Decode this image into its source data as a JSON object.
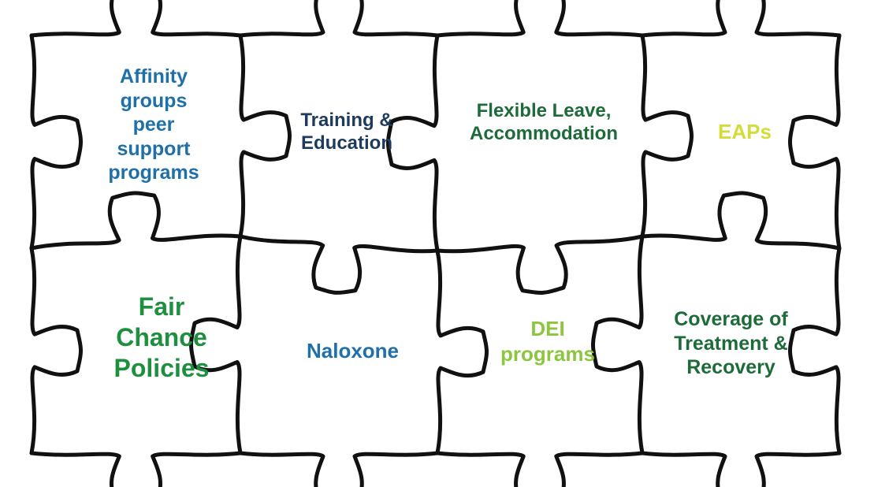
{
  "pieces": [
    {
      "id": "affinity",
      "lines": [
        "Affinity",
        "groups",
        "peer",
        "support",
        "programs"
      ],
      "color": "#1F6FA8"
    },
    {
      "id": "training",
      "lines": [
        "Training &",
        "Education"
      ],
      "color": "#1E3B5B"
    },
    {
      "id": "flexible",
      "lines": [
        "Flexible Leave,",
        "Accommodation"
      ],
      "color": "#1E6B3A"
    },
    {
      "id": "eaps",
      "lines": [
        "EAPs"
      ],
      "color": "#D4DB3A"
    },
    {
      "id": "fair-chance",
      "lines": [
        "Fair",
        "Chance",
        "Policies"
      ],
      "color": "#1E8F3E"
    },
    {
      "id": "naloxone",
      "lines": [
        "Naloxone"
      ],
      "color": "#1F6FA8"
    },
    {
      "id": "dei",
      "lines": [
        "DEI",
        "programs"
      ],
      "color": "#8CC63F"
    },
    {
      "id": "coverage",
      "lines": [
        "Coverage of",
        "Treatment &",
        "Recovery"
      ],
      "color": "#1E6B3A"
    }
  ],
  "colors": {
    "outline": "#111111",
    "background": "#ffffff"
  }
}
